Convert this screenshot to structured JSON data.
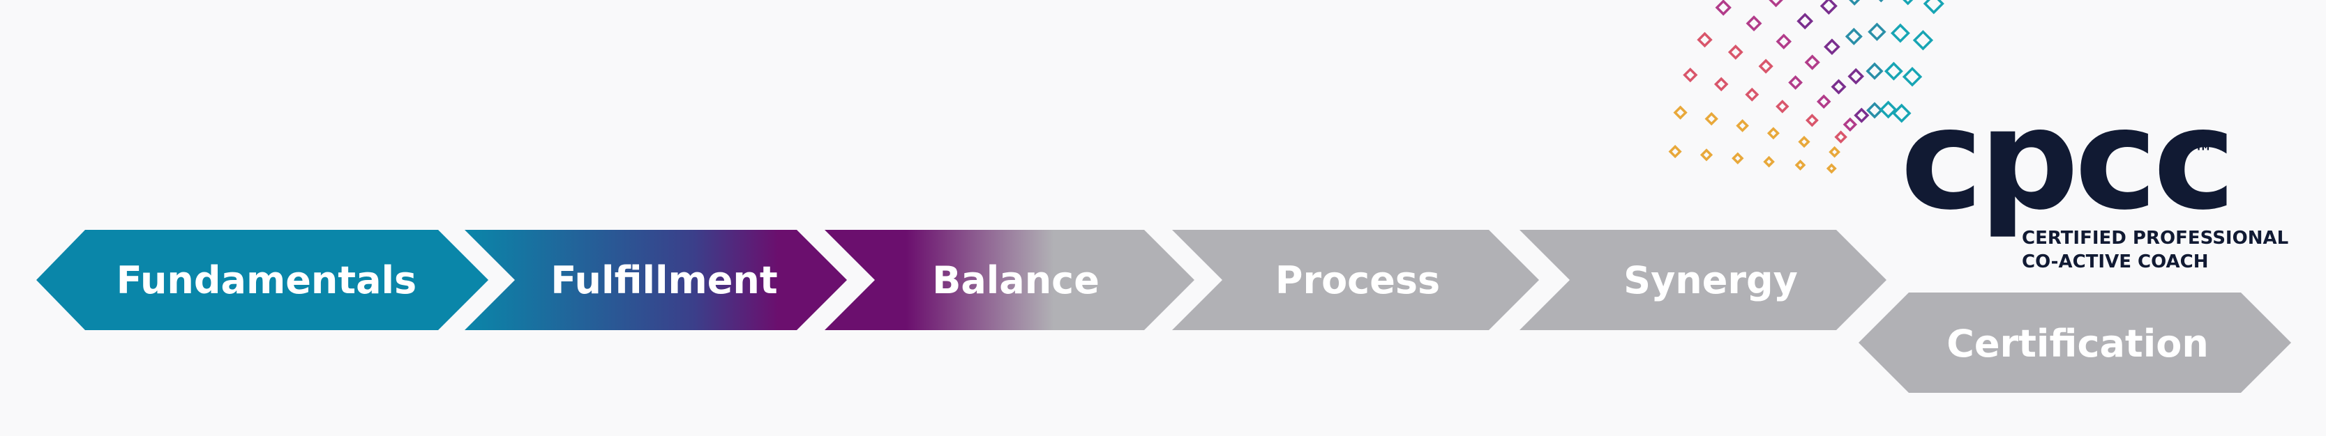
{
  "steps": [
    {
      "label": "Fundamentals",
      "fill": "#0a86a9"
    },
    {
      "label": "Fulfillment",
      "fill": "gradient-teal-purple"
    },
    {
      "label": "Balance",
      "fill": "gradient-purple-gray"
    },
    {
      "label": "Process",
      "fill": "#b1b1b5"
    },
    {
      "label": "Synergy",
      "fill": "#b1b1b5"
    }
  ],
  "final_step": {
    "label": "Certification",
    "fill": "#b1b1b5"
  },
  "brand": {
    "wordmark": "cpcc",
    "trademark": "™",
    "subtitle_line1": "CERTIFIED PROFESSIONAL",
    "subtitle_line2": "CO-ACTIVE COACH",
    "logo_colors": [
      "#e8a83a",
      "#d9566b",
      "#b23c8a",
      "#7a2f8e",
      "#2a8fa8",
      "#17a5b4"
    ]
  },
  "colors": {
    "teal": "#0a86a9",
    "purple": "#6b0f6e",
    "gray": "#b1b1b5",
    "navy": "#111a33",
    "background": "#f9f9fa"
  }
}
